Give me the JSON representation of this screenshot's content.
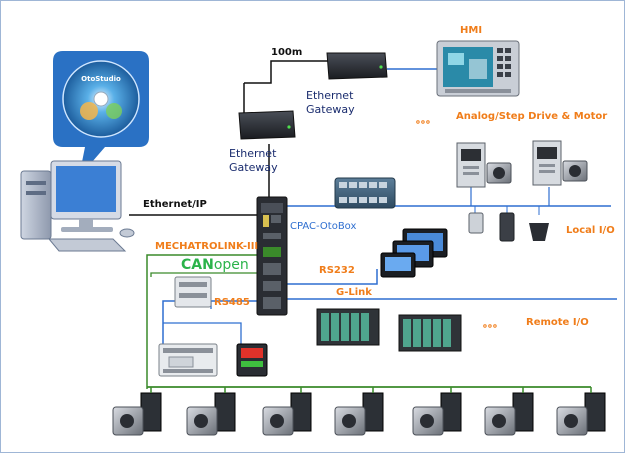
{
  "labels": {
    "hmi": "HMI",
    "distance": "100m",
    "gateway_top": [
      "Ethernet",
      "Gateway"
    ],
    "gateway_left": [
      "Ethernet",
      "Gateway"
    ],
    "analog_step": "Analog/Step Drive & Motor",
    "ethernet_ip": "Ethernet/IP",
    "cpac": "CPAC-OtoBox",
    "local_io": "Local I/O",
    "mechatrolink": "MECHATROLINK-III",
    "canopen_can": "CAN",
    "canopen_open": "open",
    "rs232": "RS232",
    "glink": "G-Link",
    "rs485": "RS485",
    "remote_io": "Remote I/O",
    "dots_analog": "。。。",
    "dots_remote": "。。。",
    "cd_label": "OtoStudio"
  },
  "colors": {
    "bus_blue": "#2f6fd0",
    "line_black": "#111111",
    "line_green": "#3a8a2a",
    "orange_label": "#f07d1a",
    "canopen_green": "#2bb34a",
    "navy_text": "#1a2c6e",
    "bubble_blue": "#2a71c4"
  },
  "icons": [
    "computer-icon",
    "cd-icon",
    "gateway-icon",
    "hmi-panel-icon",
    "servo-drive-icon",
    "motor-icon",
    "io-module-icon",
    "touch-panel-icon",
    "plc-icon",
    "temperature-controller-icon",
    "controller-icon"
  ]
}
